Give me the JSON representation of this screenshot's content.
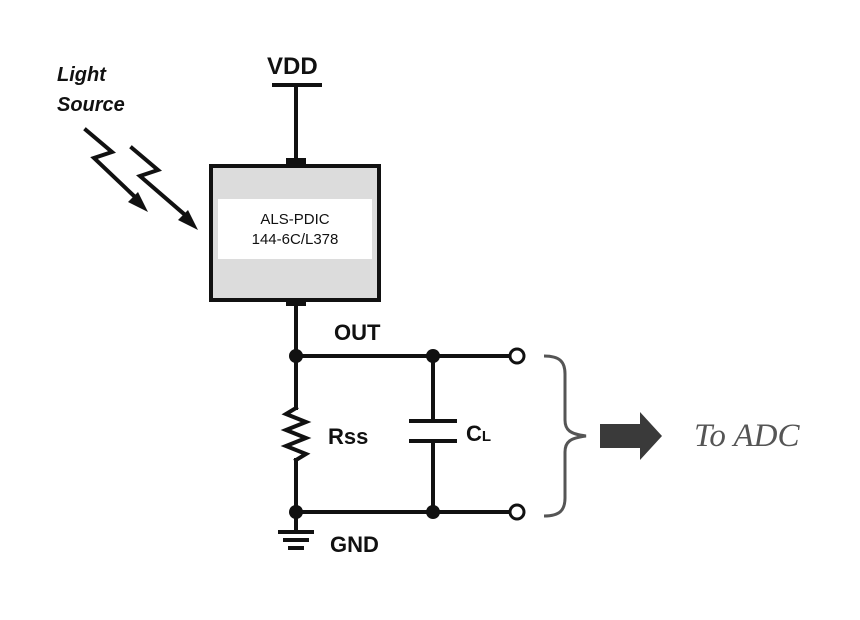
{
  "labels": {
    "vdd": "VDD",
    "light_line1": "Light",
    "light_line2": "Source",
    "chip_line1": "ALS-PDIC",
    "chip_line2": "144-6C/L378",
    "out": "OUT",
    "rss": "Rss",
    "cl_main": "C",
    "cl_sub": "L",
    "gnd": "GND",
    "to_adc": "To ADC"
  },
  "colors": {
    "wire": "#111111",
    "chip_fill": "#dcdcdc",
    "chip_window": "#ffffff",
    "bracket": "#555555",
    "arrow": "#3a3a3a",
    "adc_text": "#555555"
  }
}
